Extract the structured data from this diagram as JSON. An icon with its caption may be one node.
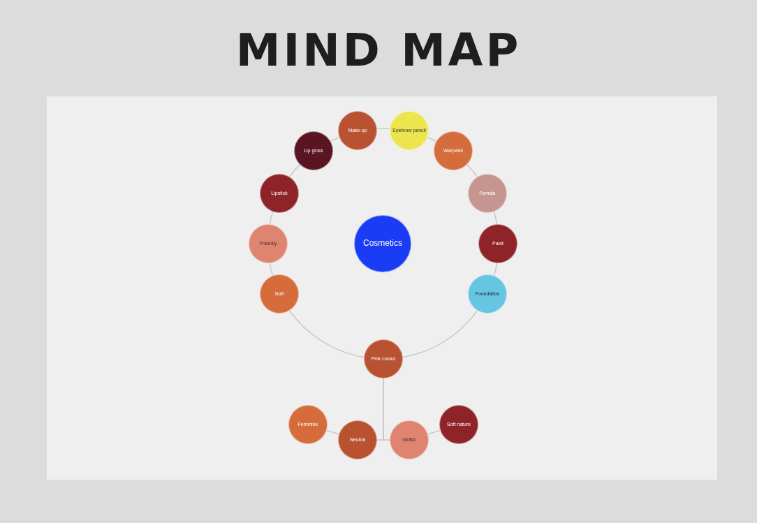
{
  "diagram": {
    "title": "MIND MAP",
    "nodes": [
      {
        "text": [
          "Cosmetics"
        ]
      },
      {
        "text": [
          "Make-up"
        ]
      },
      {
        "text": [
          "Eyebrow pencil"
        ]
      },
      {
        "text": [
          "Warpaint"
        ]
      },
      {
        "text": [
          "Female"
        ]
      },
      {
        "text": [
          "Paint"
        ]
      },
      {
        "text": [
          "Foundation"
        ]
      },
      {
        "text": [
          "Pink colour"
        ]
      },
      {
        "text": [
          "Soft"
        ]
      },
      {
        "text": [
          "Friendly"
        ]
      },
      {
        "text": [
          "Lipstick"
        ]
      },
      {
        "text": [
          "Lip gloss"
        ]
      },
      {
        "text": [
          "Feminine"
        ]
      },
      {
        "text": [
          "Neutral"
        ]
      },
      {
        "text": [
          "Girlish"
        ]
      },
      {
        "text": [
          "Soft nature"
        ]
      }
    ],
    "edges": [
      {
        "from": 1,
        "to": 2,
        "arrow": "none"
      },
      {
        "from": 2,
        "to": 3,
        "arrow": "none"
      },
      {
        "from": 3,
        "to": 4,
        "arrow": "none"
      },
      {
        "from": 4,
        "to": 5,
        "arrow": "none"
      },
      {
        "from": 5,
        "to": 6,
        "arrow": "none"
      },
      {
        "from": 6,
        "to": 7,
        "arrow": "none"
      },
      {
        "from": 7,
        "to": 8,
        "arrow": "none"
      },
      {
        "from": 8,
        "to": 9,
        "arrow": "none"
      },
      {
        "from": 9,
        "to": 10,
        "arrow": "none"
      },
      {
        "from": 10,
        "to": 11,
        "arrow": "none"
      },
      {
        "from": 11,
        "to": 1,
        "arrow": "none"
      },
      {
        "from": 7,
        "to": 13,
        "arrow": "none"
      },
      {
        "from": 7,
        "to": 14,
        "arrow": "none"
      },
      {
        "from": 13,
        "to": 12,
        "arrow": "none"
      },
      {
        "from": 14,
        "to": 15,
        "arrow": "none"
      }
    ]
  }
}
